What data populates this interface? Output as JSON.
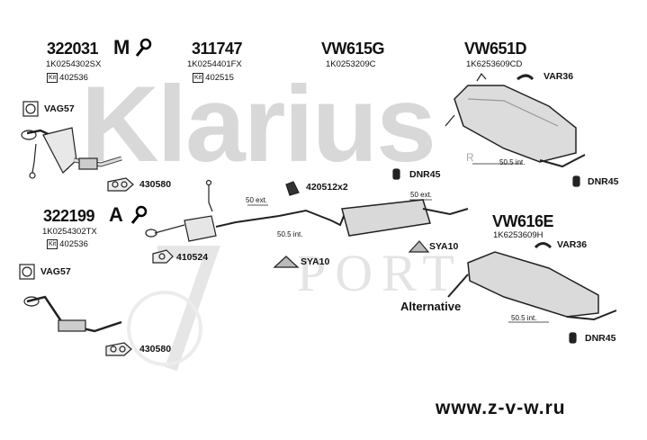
{
  "watermark": {
    "brand": "Klarius",
    "mark": "R",
    "portal": "PORT"
  },
  "blocks": [
    {
      "number": "322031",
      "oem": "1K0254302SX",
      "kit": "402536",
      "badge": "M"
    },
    {
      "number": "311747",
      "oem": "1K0254401FX",
      "kit": "402515"
    },
    {
      "number": "VW615G",
      "oem": "1K0253209C"
    },
    {
      "number": "VW651D",
      "oem": "1K6253609CD"
    },
    {
      "number": "322199",
      "oem": "1K0254302TX",
      "kit": "402536",
      "badge": "A"
    },
    {
      "number": "VW616E",
      "oem": "1K6253609H"
    }
  ],
  "kit_label": "Kit",
  "labels": {
    "vag57_top": "VAG57",
    "vag57_bottom": "VAG57",
    "p430580_top": "430580",
    "p430580_bottom": "430580",
    "p420512": "420512x2",
    "p410524": "410524",
    "sya10_left": "SYA10",
    "sya10_right": "SYA10",
    "var36_top": "VAR36",
    "var36_bottom": "VAR36",
    "dnr45_mid": "DNR45",
    "dnr45_right": "DNR45",
    "dnr45_bottom": "DNR45",
    "alternative": "Alternative"
  },
  "dimensions": {
    "ext_50_a": "50 ext.",
    "int_505_a": "50.5 int.",
    "ext_50_b": "50 ext.",
    "int_505_b": "50.5 int.",
    "int_505_c": "50.5 int."
  },
  "url": "www.z-v-w.ru"
}
